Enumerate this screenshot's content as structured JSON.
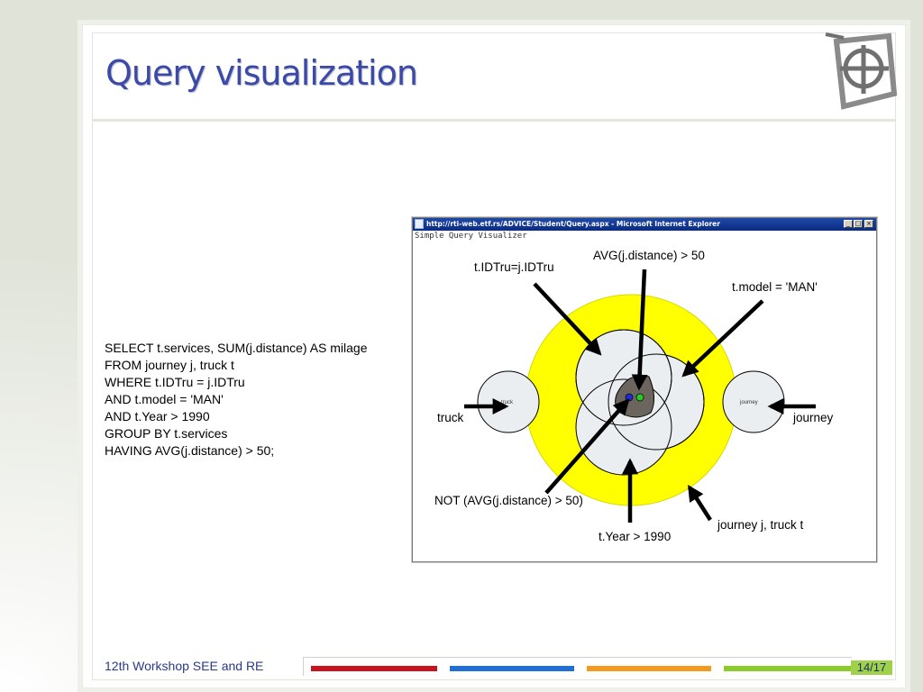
{
  "slide": {
    "title": "Query visualization",
    "sql_lines": [
      "SELECT t.services, SUM(j.distance) AS milage",
      "FROM journey j, truck t",
      "WHERE t.IDTru = j.IDTru",
      "AND t.model = 'MAN'",
      "AND t.Year > 1990",
      "GROUP BY t.services",
      "HAVING AVG(j.distance) > 50;"
    ]
  },
  "browser": {
    "title": "http://rti-web.etf.rs/ADVICE/Student/Query.aspx - Microsoft Internet Explorer",
    "app_title": "Simple Query Visualizer",
    "minimize": "_",
    "maximize": "□",
    "close": "×"
  },
  "diagram": {
    "labels": {
      "join": "t.IDTru=j.IDTru",
      "having": "AVG(j.distance) > 50",
      "model": "t.model = 'MAN'",
      "truck": "truck",
      "journey": "journey",
      "not_having": "NOT (AVG(j.distance) > 50)",
      "year": "t.Year > 1990",
      "from": "journey j, truck t"
    },
    "small_labels": {
      "truck": "truck",
      "journey": "journey"
    },
    "colors": {
      "outer_circle": "#ffff00",
      "condition_circle": "#ebeef0",
      "intersection": "#6b655d",
      "dot_blue": "#1f2bd6",
      "dot_green": "#27c927"
    }
  },
  "footer": {
    "text": "12th Workshop SEE and RE",
    "page": "14/17",
    "bar_colors": [
      "#c8141e",
      "#1f6fd6",
      "#f39a1e",
      "#8ccc2a"
    ]
  }
}
